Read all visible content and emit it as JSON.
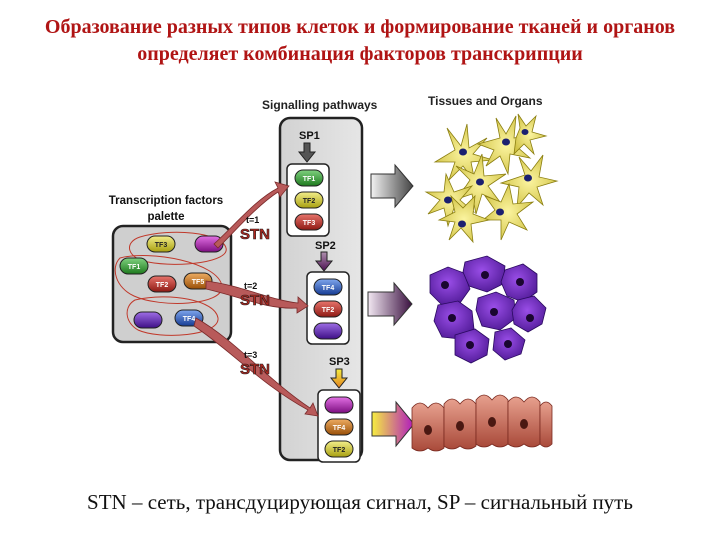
{
  "title": "Образование разных типов клеток и формирование тканей и органов определяет комбинация факторов транскрипции",
  "caption": "STN – сеть, трансдуцирующая сигнал, SP – сигнальный путь",
  "diagram": {
    "signalling_label": "Signalling pathways",
    "tissues_label": "Tissues and Organs",
    "palette_label_1": "Transcription factors",
    "palette_label_2": "palette",
    "stn": "STN",
    "t1": "t=1",
    "t2": "t=2",
    "t3": "t=3",
    "sp1": "SP1",
    "sp2": "SP2",
    "sp3": "SP3",
    "palette_tf": {
      "tf1": "TF1",
      "tf2": "TF2",
      "tf3": "TF3",
      "tf4": "TF4",
      "tf5": "TF5"
    },
    "group1": [
      "TF1",
      "TF2",
      "TF3"
    ],
    "group2": [
      "TF4",
      "TF2",
      ""
    ],
    "group3": [
      "",
      "TF4",
      "TF2"
    ],
    "colors": {
      "green": "#2f9a2f",
      "yellow": "#c9c21a",
      "red": "#b3261e",
      "orange": "#c06a12",
      "blue": "#2250b8",
      "purple": "#5a1fb0",
      "magenta": "#a61ea8",
      "pink_arrow": "#b85a5a"
    }
  }
}
